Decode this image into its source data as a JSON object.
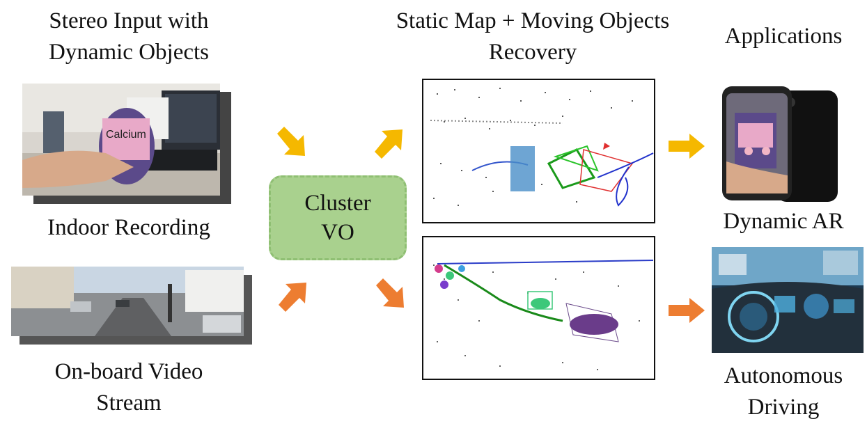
{
  "labels": {
    "input_title_line1": "Stereo Input with",
    "input_title_line2": "Dynamic Objects",
    "indoor": "Indoor Recording",
    "onboard_line1": "On-board Video",
    "onboard_line2": "Stream",
    "center_line1": "Cluster",
    "center_line2": "VO",
    "map_title_line1": "Static Map + Moving Objects",
    "map_title_line2": "Recovery",
    "apps": "Applications",
    "dynamic_ar": "Dynamic AR",
    "auto_line1": "Autonomous",
    "auto_line2": "Driving"
  },
  "photo_text": {
    "bottle_label": "Calcium"
  },
  "colors": {
    "yellow_arrow": "#f5b800",
    "orange_arrow": "#ed7d31",
    "center_fill": "#a9d18e",
    "center_border": "#8fbf73"
  },
  "icons": {
    "indoor_photo": "indoor-photo-icon",
    "street_photo": "street-photo-icon",
    "phone": "smartphone-icon",
    "car_dashboard": "car-dashboard-icon"
  }
}
